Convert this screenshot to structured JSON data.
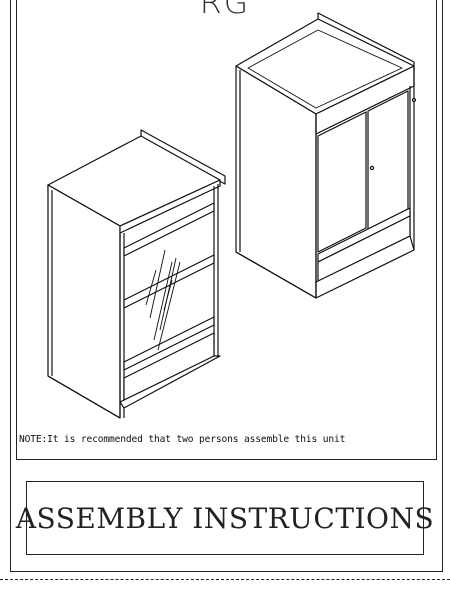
{
  "model_code": "RG",
  "note": "NOTE:It is recommended that two persons assemble this unit",
  "title": "ASSEMBLY INSTRUCTIONS"
}
